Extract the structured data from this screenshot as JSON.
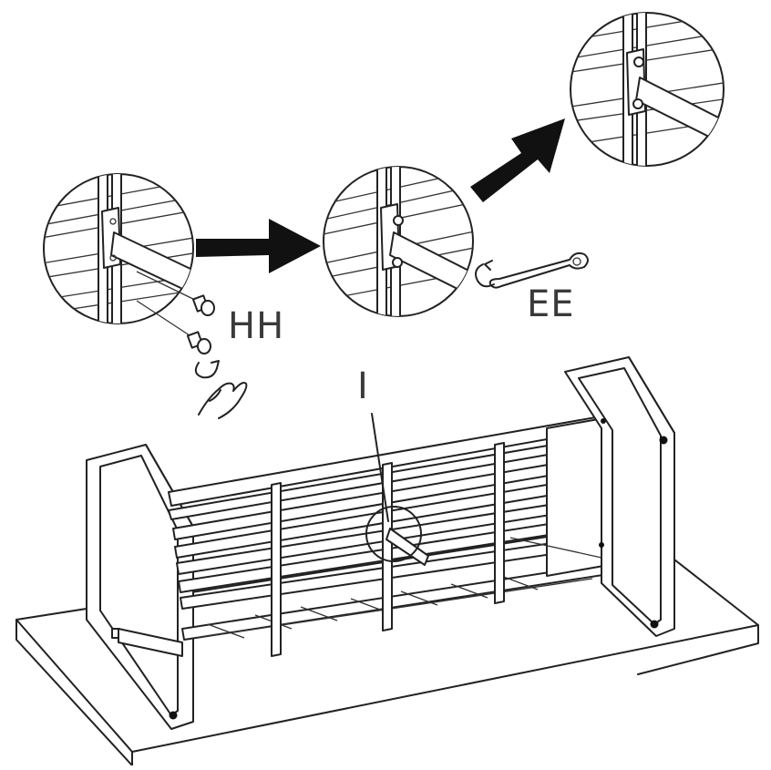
{
  "labels": {
    "hh": "HH",
    "ee": "EE",
    "i": "I"
  },
  "icons": {
    "hand": "hand-icon",
    "wrench": "wrench-icon",
    "rotate": "rotate-arrow-icon",
    "arrow": "step-arrow-icon"
  },
  "colors": {
    "ink": "#222222",
    "arrow_fill": "#111111",
    "background": "#ffffff"
  }
}
